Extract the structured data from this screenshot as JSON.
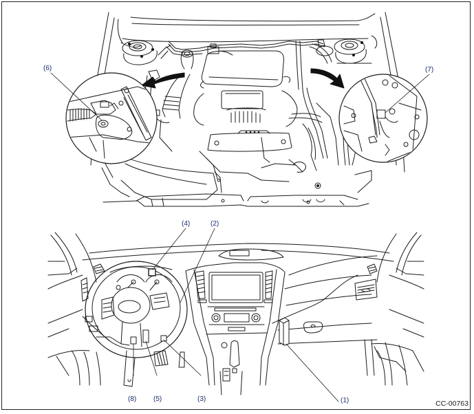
{
  "figure": {
    "id": "CC-00763",
    "views": [
      "engine-compartment",
      "vehicle-interior-dashboard"
    ]
  },
  "callouts": [
    {
      "id": "6",
      "label": "(6)"
    },
    {
      "id": "7",
      "label": "(7)"
    },
    {
      "id": "4",
      "label": "(4)"
    },
    {
      "id": "2",
      "label": "(2)"
    },
    {
      "id": "8",
      "label": "(8)"
    },
    {
      "id": "5",
      "label": "(5)"
    },
    {
      "id": "3",
      "label": "(3)"
    },
    {
      "id": "1",
      "label": "(1)"
    }
  ],
  "colors": {
    "line": "#1a1a1a",
    "callout_text": "#1c2a6b",
    "arrow_fill": "#111111",
    "background": "#ffffff"
  }
}
